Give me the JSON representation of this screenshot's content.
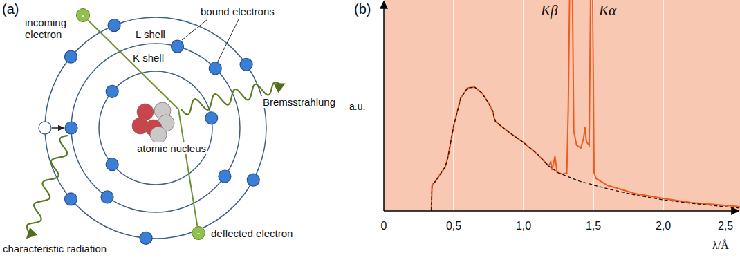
{
  "diagram": {
    "nodes": [
      {
        "text": [
          "-"
        ]
      },
      {
        "text": [
          "-"
        ]
      }
    ],
    "edges": [
      {
        "from": 0,
        "to": 1,
        "arrow": "none"
      }
    ],
    "labels": [
      "(a)",
      "incoming electron",
      "bound electrons",
      "L shell",
      "K shell",
      "atomic nucleus",
      "Bremsstrahlung",
      "deflected electron",
      "characteristic radiation",
      "(b)",
      "Kβ",
      "Kα",
      "a.u.",
      "0",
      "0,5",
      "1,0",
      "1,5",
      "2,0",
      "2,5",
      "λ/Å"
    ]
  }
}
